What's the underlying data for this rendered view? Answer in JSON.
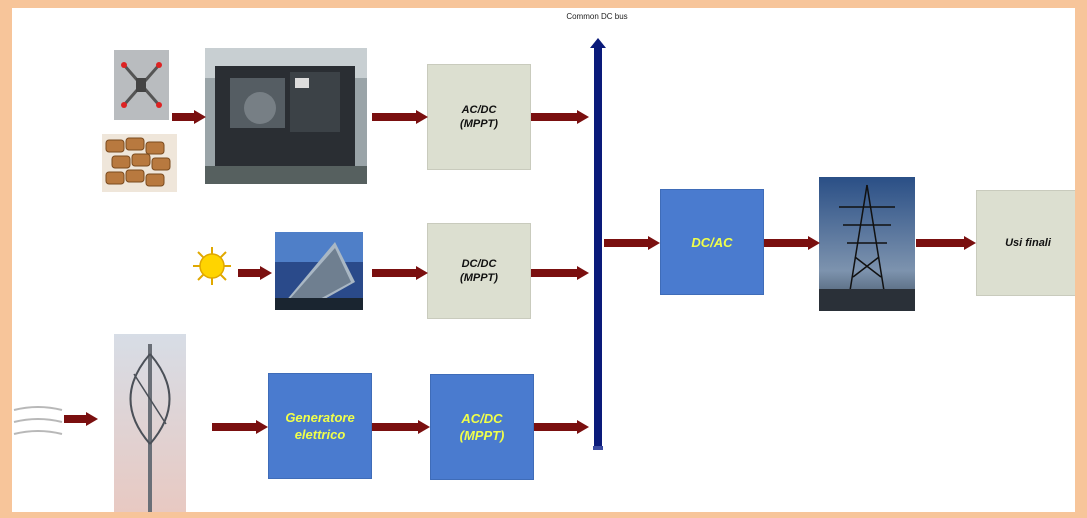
{
  "bus": {
    "label": "Common DC bus",
    "color": "#0a1a7a"
  },
  "blocks": {
    "acdc_top": "AC/DC\n(MPPT)",
    "dcdc": "DC/DC\n(MPPT)",
    "generator": "Generatore\nelettrico",
    "acdc_bottom": "AC/DC\n(MPPT)",
    "dcac": "DC/AC",
    "end_uses": "Usi finali"
  },
  "colors": {
    "arrow": "#7a0f0f",
    "grey_block": "#dcdfd0",
    "blue_block": "#4a7bcf",
    "blue_text": "#f0ff4a",
    "frame": "#f7c59a"
  },
  "icons": [
    "biomass-burner-icon",
    "wood-pellets-icon",
    "engine-generator-photo",
    "sun-icon",
    "solar-panel-photo",
    "wind-icon",
    "vertical-wind-turbine-photo",
    "power-pylon-photo"
  ]
}
